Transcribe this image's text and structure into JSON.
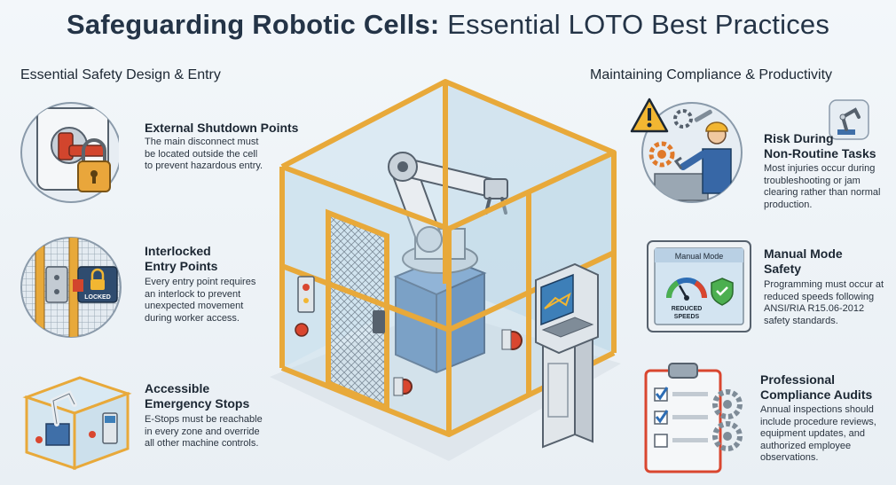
{
  "title": {
    "bold": "Safeguarding Robotic Cells:",
    "light": "Essential LOTO Best Practices"
  },
  "left": {
    "heading": "Essential Safety Design & Entry",
    "items": [
      {
        "title": "External Shutdown Points",
        "desc": "The main disconnect must be located outside the cell to prevent hazardous entry."
      },
      {
        "title_1": "Interlocked",
        "title_2": "Entry Points",
        "desc": "Every entry point requires an interlock to prevent unexpected movement during worker access.",
        "badge": "LOCKED"
      },
      {
        "title_1": "Accessible",
        "title_2": "Emergency Stops",
        "desc": "E-Stops must be reachable in every zone and override all other machine controls."
      }
    ]
  },
  "right": {
    "heading": "Maintaining Compliance & Productivity",
    "items": [
      {
        "title_1": "Risk During",
        "title_2": "Non-Routine Tasks",
        "desc": "Most injuries occur during troubleshooting or jam clearing rather than normal production."
      },
      {
        "title_1": "Manual Mode",
        "title_2": "Safety",
        "desc": "Programming must occur at reduced speeds following ANSI/RIA R15.06-2012 safety standards.",
        "screen_title": "Manual Mode",
        "screen_label_1": "REDUCED",
        "screen_label_2": "SPEEDS"
      },
      {
        "title_1": "Professional",
        "title_2": "Compliance Audits",
        "desc": "Annual inspections should include procedure reviews, equipment updates, and authorized employee observations."
      }
    ]
  },
  "colors": {
    "frame_orange": "#e8a93a",
    "glass_blue": "#bcd9ea",
    "robot_white": "#e9edf1",
    "base_blue": "#3f6fa8",
    "estop_red": "#d9462f",
    "check_blue": "#2d6db5",
    "warning_yellow": "#f2b632"
  }
}
